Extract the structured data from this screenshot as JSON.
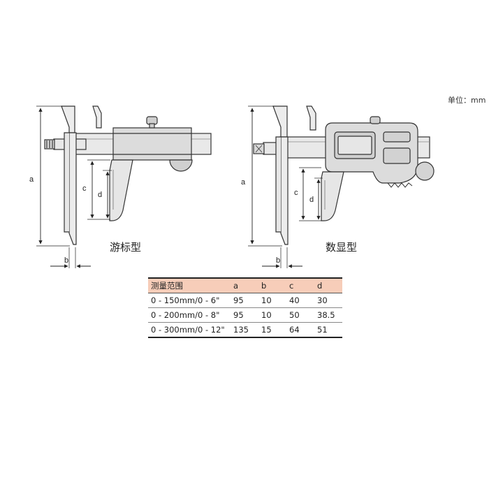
{
  "unit_label": "单位：mm",
  "figures": {
    "vernier": {
      "caption": "游标型",
      "dims": {
        "a": "a",
        "b": "b",
        "c": "c",
        "d": "d"
      }
    },
    "digital": {
      "caption": "数显型",
      "dims": {
        "a": "a",
        "b": "b",
        "c": "c",
        "d": "d"
      }
    }
  },
  "table": {
    "headers": [
      "测量范围",
      "a",
      "b",
      "c",
      "d"
    ],
    "rows": [
      [
        "0 - 150mm/0 - 6\"",
        "95",
        "10",
        "40",
        "30"
      ],
      [
        "0 - 200mm/0 - 8\"",
        "95",
        "10",
        "50",
        "38.5"
      ],
      [
        "0 - 300mm/0 - 12\"",
        "135",
        "15",
        "64",
        "51"
      ]
    ]
  }
}
